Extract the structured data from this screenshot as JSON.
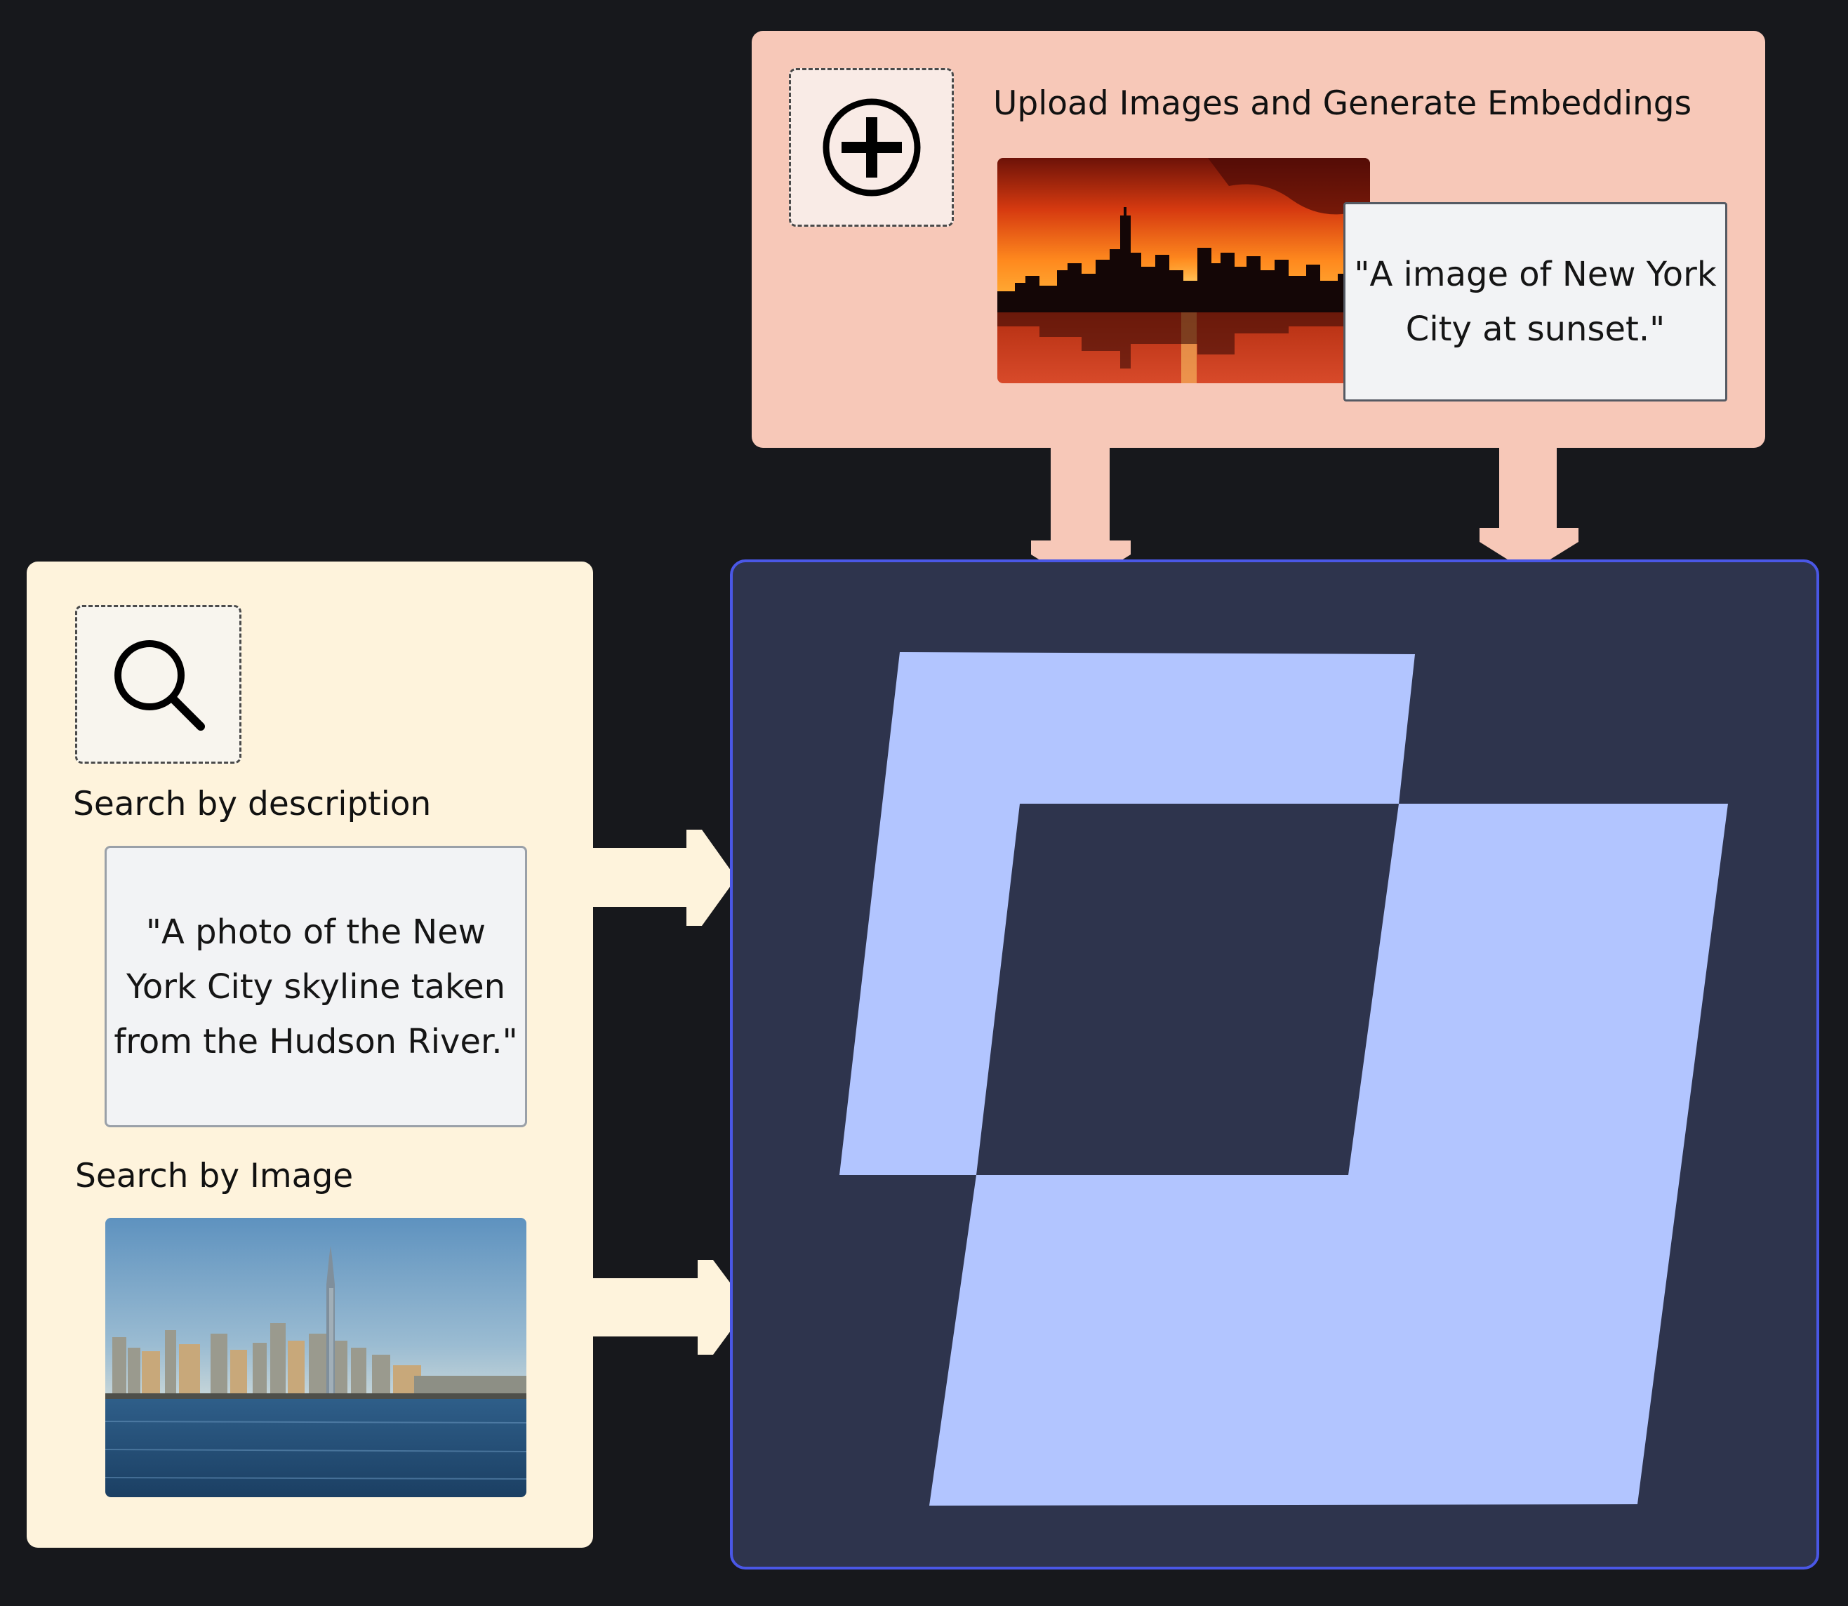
{
  "colors": {
    "background": "#17181c",
    "upload_panel": "#f7c8b8",
    "search_panel": "#fef3dc",
    "vector_panel": "#2e344d",
    "vector_border": "#4a57e6",
    "logo_fill": "#b2c5ff",
    "arrow_upload": "#f7c8b8",
    "arrow_search": "#fef3dc"
  },
  "upload": {
    "title": "Upload Images and Generate Embeddings",
    "icon": "plus-circle-icon",
    "sample_caption": "\"A image of New York\nCity at sunset.\""
  },
  "search": {
    "icon": "magnifier-icon",
    "by_description_label": "Search by description",
    "description_query": "\"A photo of the New\nYork City skyline taken\nfrom the Hudson River.\"",
    "by_image_label": "Search by Image"
  }
}
